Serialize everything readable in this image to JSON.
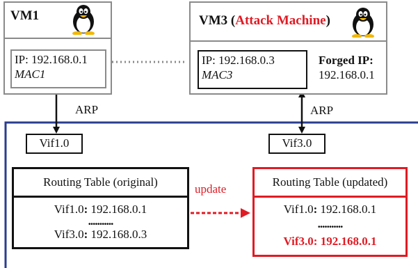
{
  "vm1": {
    "title": "VM1",
    "ip": "IP: 192.168.0.1",
    "mac": "MAC1"
  },
  "vm3": {
    "title_prefix": "VM3 (",
    "title_highlight": "Attack Machine",
    "title_suffix": ")",
    "ip": "IP: 192.168.0.3",
    "mac": "MAC3",
    "forged_label": "Forged IP:",
    "forged_ip": "192.168.0.1"
  },
  "arp_label_left": "ARP",
  "arp_label_right": "ARP",
  "vif_left": "Vif1.0",
  "vif_right": "Vif3.0",
  "rt_original": {
    "header": "Routing Table (original)",
    "row1_name": "Vif1.0",
    "row1_ip": "192.168.0.1",
    "dots": "...........",
    "row2_name": "Vif3.0",
    "row2_ip": "192.168.0.3"
  },
  "update_label": "update",
  "rt_updated": {
    "header": "Routing Table (updated)",
    "row1_name": "Vif1.0",
    "row1_ip": "192.168.0.1",
    "dots": "...........",
    "row2_name": "Vif3.0",
    "row2_ip": "192.168.0.1"
  },
  "colors": {
    "accent_red": "#e01b24",
    "host_blue": "#2a3d8f",
    "vm_border": "#8a8a8a"
  }
}
